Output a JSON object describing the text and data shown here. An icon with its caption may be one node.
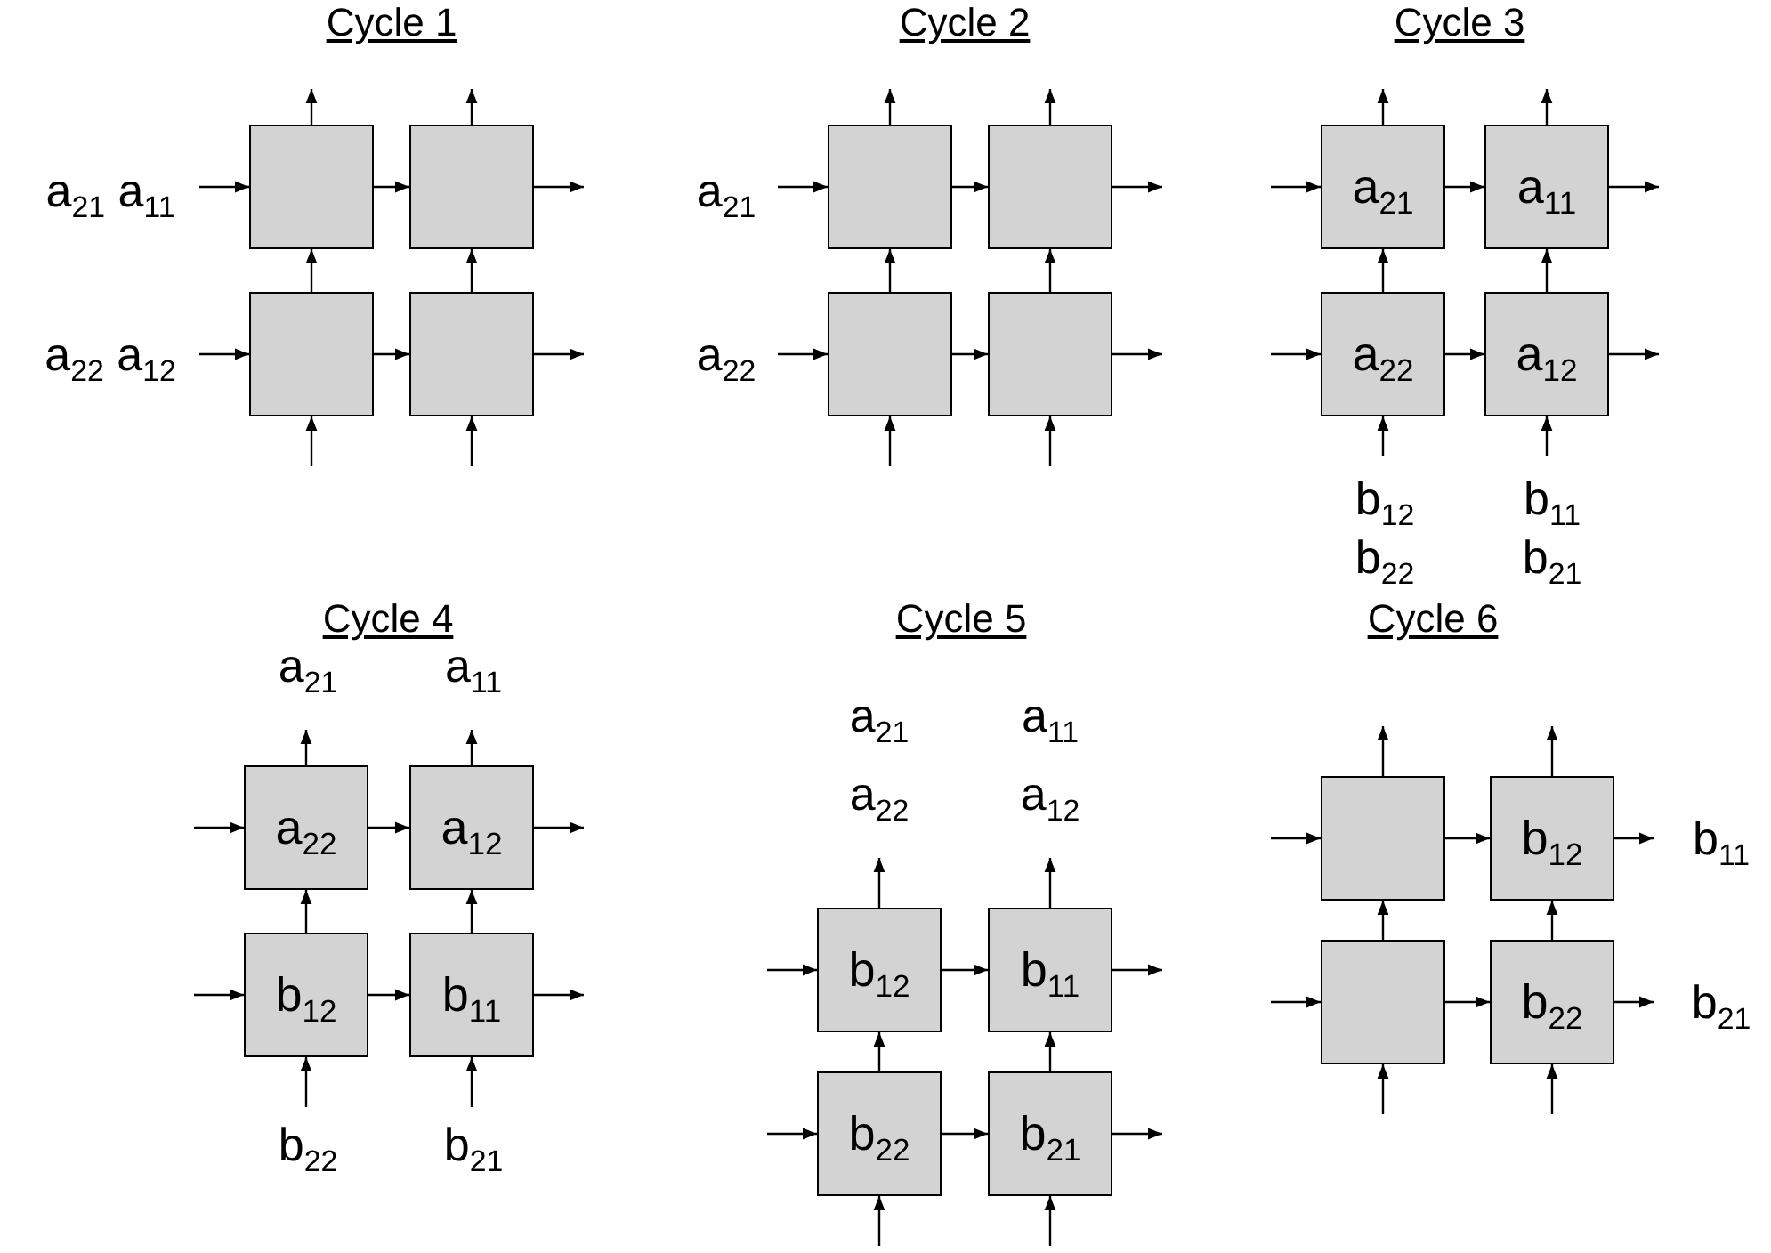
{
  "diagram": {
    "nodes": [
      {
        "text": [],
        "shape": "box"
      },
      {
        "text": [],
        "shape": "box"
      },
      {
        "text": [],
        "shape": "box"
      },
      {
        "text": [],
        "shape": "box"
      },
      {
        "text": [],
        "shape": "box"
      },
      {
        "text": [],
        "shape": "box"
      },
      {
        "text": [],
        "shape": "box"
      },
      {
        "text": [],
        "shape": "box"
      },
      {
        "text": [
          "a$_{21}$"
        ]
      },
      {
        "text": [
          "a$_{11}$"
        ]
      },
      {
        "text": [
          "a$_{22}$"
        ]
      },
      {
        "text": [
          "a$_{12}$"
        ]
      },
      {
        "text": [
          "a$_{22}$"
        ]
      },
      {
        "text": [
          "a$_{12}$"
        ]
      },
      {
        "text": [
          "b$_{12}$"
        ]
      },
      {
        "text": [
          "b$_{11}$"
        ]
      },
      {
        "text": [
          "b$_{12}$"
        ]
      },
      {
        "text": [
          "b$_{11}$"
        ]
      },
      {
        "text": [
          "b$_{22}$"
        ]
      },
      {
        "text": [
          "b$_{21}$"
        ]
      },
      {
        "text": [],
        "shape": "box"
      },
      {
        "text": [
          "b$_{12}$"
        ]
      },
      {
        "text": [],
        "shape": "box"
      },
      {
        "text": [
          "b$_{22}$"
        ]
      }
    ],
    "edges": [
      {
        "from": null,
        "to": 0,
        "arrow": "to"
      },
      {
        "from": 0,
        "to": 1,
        "arrow": "to"
      },
      {
        "from": 1,
        "to": null,
        "arrow": "to"
      },
      {
        "from": null,
        "to": 2,
        "arrow": "to"
      },
      {
        "from": 2,
        "to": 3,
        "arrow": "to"
      },
      {
        "from": 3,
        "to": null,
        "arrow": "to"
      },
      {
        "from": null,
        "to": 2,
        "arrow": "to"
      },
      {
        "from": 2,
        "to": 0,
        "arrow": "to"
      },
      {
        "from": 0,
        "to": null,
        "arrow": "to"
      },
      {
        "from": null,
        "to": 3,
        "arrow": "to"
      },
      {
        "from": 3,
        "to": 1,
        "arrow": "to"
      },
      {
        "from": 1,
        "to": null,
        "arrow": "to"
      },
      {
        "from": null,
        "to": 4,
        "arrow": "to"
      },
      {
        "from": 4,
        "to": 5,
        "arrow": "to"
      },
      {
        "from": 5,
        "to": null,
        "arrow": "to"
      },
      {
        "from": null,
        "to": 6,
        "arrow": "to"
      },
      {
        "from": 6,
        "to": 7,
        "arrow": "to"
      },
      {
        "from": 7,
        "to": null,
        "arrow": "to"
      },
      {
        "from": null,
        "to": 6,
        "arrow": "to"
      },
      {
        "from": 6,
        "to": 4,
        "arrow": "to"
      },
      {
        "from": 4,
        "to": null,
        "arrow": "to"
      },
      {
        "from": null,
        "to": 7,
        "arrow": "to"
      },
      {
        "from": 7,
        "to": 5,
        "arrow": "to"
      },
      {
        "from": 5,
        "to": null,
        "arrow": "to"
      },
      {
        "from": null,
        "to": 8,
        "arrow": "to"
      },
      {
        "from": 8,
        "to": 9,
        "arrow": "to"
      },
      {
        "from": 9,
        "to": null,
        "arrow": "to"
      },
      {
        "from": null,
        "to": 10,
        "arrow": "to"
      },
      {
        "from": 10,
        "to": 11,
        "arrow": "to"
      },
      {
        "from": 11,
        "to": null,
        "arrow": "to"
      },
      {
        "from": null,
        "to": 10,
        "arrow": "to"
      },
      {
        "from": 10,
        "to": 8,
        "arrow": "to"
      },
      {
        "from": 8,
        "to": null,
        "arrow": "to"
      },
      {
        "from": null,
        "to": 11,
        "arrow": "to"
      },
      {
        "from": 11,
        "to": 9,
        "arrow": "to"
      },
      {
        "from": 9,
        "to": null,
        "arrow": "to"
      },
      {
        "from": null,
        "to": 12,
        "arrow": "to"
      },
      {
        "from": 12,
        "to": 13,
        "arrow": "to"
      },
      {
        "from": 13,
        "to": null,
        "arrow": "to"
      },
      {
        "from": null,
        "to": 14,
        "arrow": "to"
      },
      {
        "from": 14,
        "to": 15,
        "arrow": "to"
      },
      {
        "from": 15,
        "to": null,
        "arrow": "to"
      },
      {
        "from": null,
        "to": 14,
        "arrow": "to"
      },
      {
        "from": 14,
        "to": 12,
        "arrow": "to"
      },
      {
        "from": 12,
        "to": null,
        "arrow": "to"
      },
      {
        "from": null,
        "to": 15,
        "arrow": "to"
      },
      {
        "from": 15,
        "to": 13,
        "arrow": "to"
      },
      {
        "from": 13,
        "to": null,
        "arrow": "to"
      },
      {
        "from": null,
        "to": 16,
        "arrow": "to"
      },
      {
        "from": 16,
        "to": 17,
        "arrow": "to"
      },
      {
        "from": 17,
        "to": null,
        "arrow": "to"
      },
      {
        "from": null,
        "to": 18,
        "arrow": "to"
      },
      {
        "from": 18,
        "to": 19,
        "arrow": "to"
      },
      {
        "from": 19,
        "to": null,
        "arrow": "to"
      },
      {
        "from": null,
        "to": 18,
        "arrow": "to"
      },
      {
        "from": 18,
        "to": 16,
        "arrow": "to"
      },
      {
        "from": 16,
        "to": null,
        "arrow": "to"
      },
      {
        "from": null,
        "to": 19,
        "arrow": "to"
      },
      {
        "from": 19,
        "to": 17,
        "arrow": "to"
      },
      {
        "from": 17,
        "to": null,
        "arrow": "to"
      },
      {
        "from": null,
        "to": 20,
        "arrow": "to"
      },
      {
        "from": 20,
        "to": 21,
        "arrow": "to"
      },
      {
        "from": 21,
        "to": null,
        "arrow": "to"
      },
      {
        "from": null,
        "to": 22,
        "arrow": "to"
      },
      {
        "from": 22,
        "to": 23,
        "arrow": "to"
      },
      {
        "from": 23,
        "to": null,
        "arrow": "to"
      },
      {
        "from": null,
        "to": 22,
        "arrow": "to"
      },
      {
        "from": 22,
        "to": 20,
        "arrow": "to"
      },
      {
        "from": 20,
        "to": null,
        "arrow": "to"
      },
      {
        "from": null,
        "to": 23,
        "arrow": "to"
      },
      {
        "from": 23,
        "to": 21,
        "arrow": "to"
      },
      {
        "from": 21,
        "to": null,
        "arrow": "to"
      }
    ],
    "labels": [
      "Cycle 1",
      "a$_{21}$ a$_{11}$",
      "a$_{22}$ a$_{12}$",
      "Cycle 2",
      "a$_{21}$",
      "a$_{22}$",
      "Cycle 3",
      "b$_{12}$",
      "b$_{11}$",
      "b$_{22}$",
      "b$_{21}$",
      "Cycle 4",
      "a$_{21}$",
      "a$_{11}$",
      "b$_{22}$",
      "b$_{21}$",
      "Cycle 5",
      "a$_{21}$",
      "a$_{11}$",
      "a$_{22}$",
      "a$_{12}$",
      "Cycle 6",
      "b$_{11}$",
      "b$_{21}$"
    ]
  }
}
